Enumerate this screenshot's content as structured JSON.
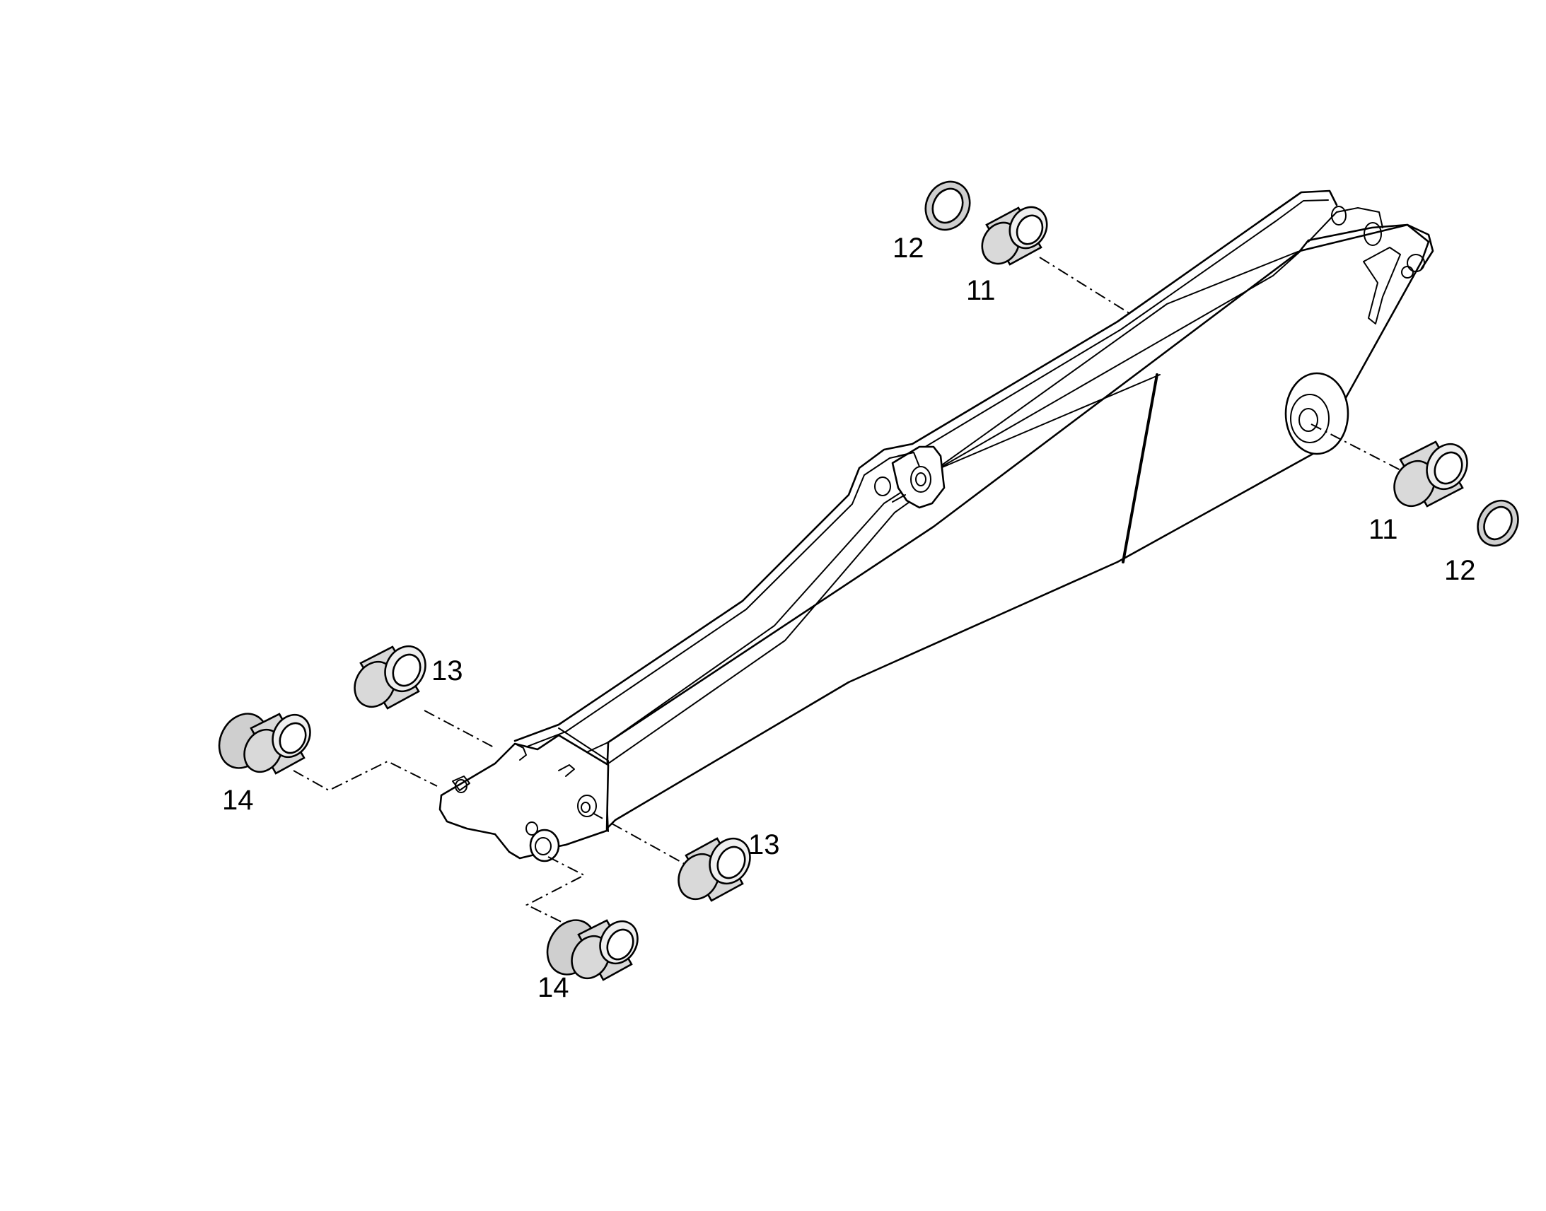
{
  "callouts": {
    "c11_top": "11",
    "c12_top": "12",
    "c11_right": "11",
    "c12_right": "12",
    "c13_upper": "13",
    "c13_lower": "13",
    "c14_left": "14",
    "c14_bottom": "14"
  },
  "colors": {
    "line": "#000000",
    "bushing_body": "#d9d9d9",
    "background": "#ffffff"
  }
}
